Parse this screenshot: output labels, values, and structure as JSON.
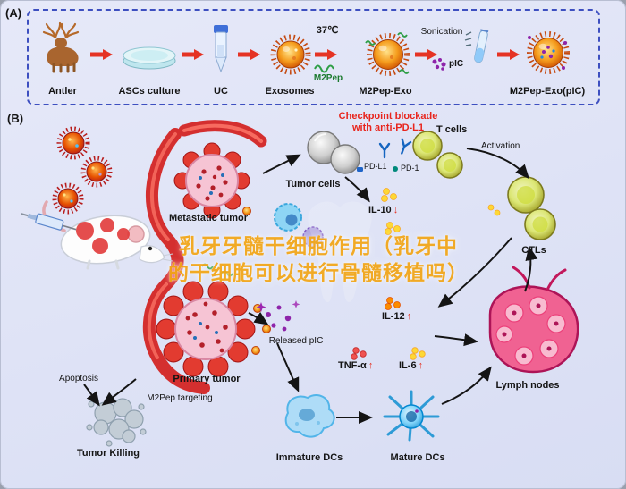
{
  "colors": {
    "background": "#dde3f6",
    "panel_border": "#3d4fc0",
    "flow_arrow_red": "#e53324",
    "checkpoint_red": "#e8251d",
    "m2pep_green": "#2e9e46",
    "pic_purple": "#8e24aa",
    "watermark_yellow": "#f2a71b"
  },
  "panel_a": {
    "label": "(A)",
    "steps": [
      {
        "label": "Antler",
        "icon": "deer-icon"
      },
      {
        "label": "ASCs culture",
        "icon": "petri-dish-icon"
      },
      {
        "label": "UC",
        "icon": "centrifuge-tube-icon"
      },
      {
        "label": "Exosomes",
        "icon": "exosome-icon"
      },
      {
        "label": "M2Pep-Exo",
        "icon": "m2pep-exosome-icon"
      },
      {
        "label": "M2Pep-Exo(pIC)",
        "icon": "m2pep-pic-exosome-icon"
      }
    ],
    "annotations": {
      "temperature": "37℃",
      "m2pep": "M2Pep",
      "sonication": "Sonication",
      "pic": "pIC"
    }
  },
  "panel_b": {
    "label": "(B)",
    "checkpoint_line1": "Checkpoint blockade",
    "checkpoint_line2": "with anti-PD-L1",
    "t_cells": "T cells",
    "tumor_cells": "Tumor cells",
    "pd_l1": "PD-L1",
    "pd_1": "PD-1",
    "activation": "Activation",
    "metastatic_tumor": "Metastatic tumor",
    "ctls": "CTLs",
    "released_pic": "Released pIC",
    "lymph_nodes": "Lymph nodes",
    "apoptosis": "Apoptosis",
    "primary_tumor": "Primary tumor",
    "m2pep_targeting": "M2Pep targeting",
    "tumor_killing": "Tumor Killing",
    "immature_dcs": "Immature DCs",
    "mature_dcs": "Mature DCs",
    "cytokines": [
      {
        "label": "IL-10",
        "arrow": "↓"
      },
      {
        "label": "IL-12",
        "arrow": "↑"
      },
      {
        "label": "TNF-α",
        "arrow": "↑"
      },
      {
        "label": "IL-6",
        "arrow": "↑"
      }
    ]
  },
  "watermark": {
    "line1": "乳牙牙髓干细胞作用（乳牙中",
    "line2": "的干细胞可以进行骨髓移植吗）"
  }
}
